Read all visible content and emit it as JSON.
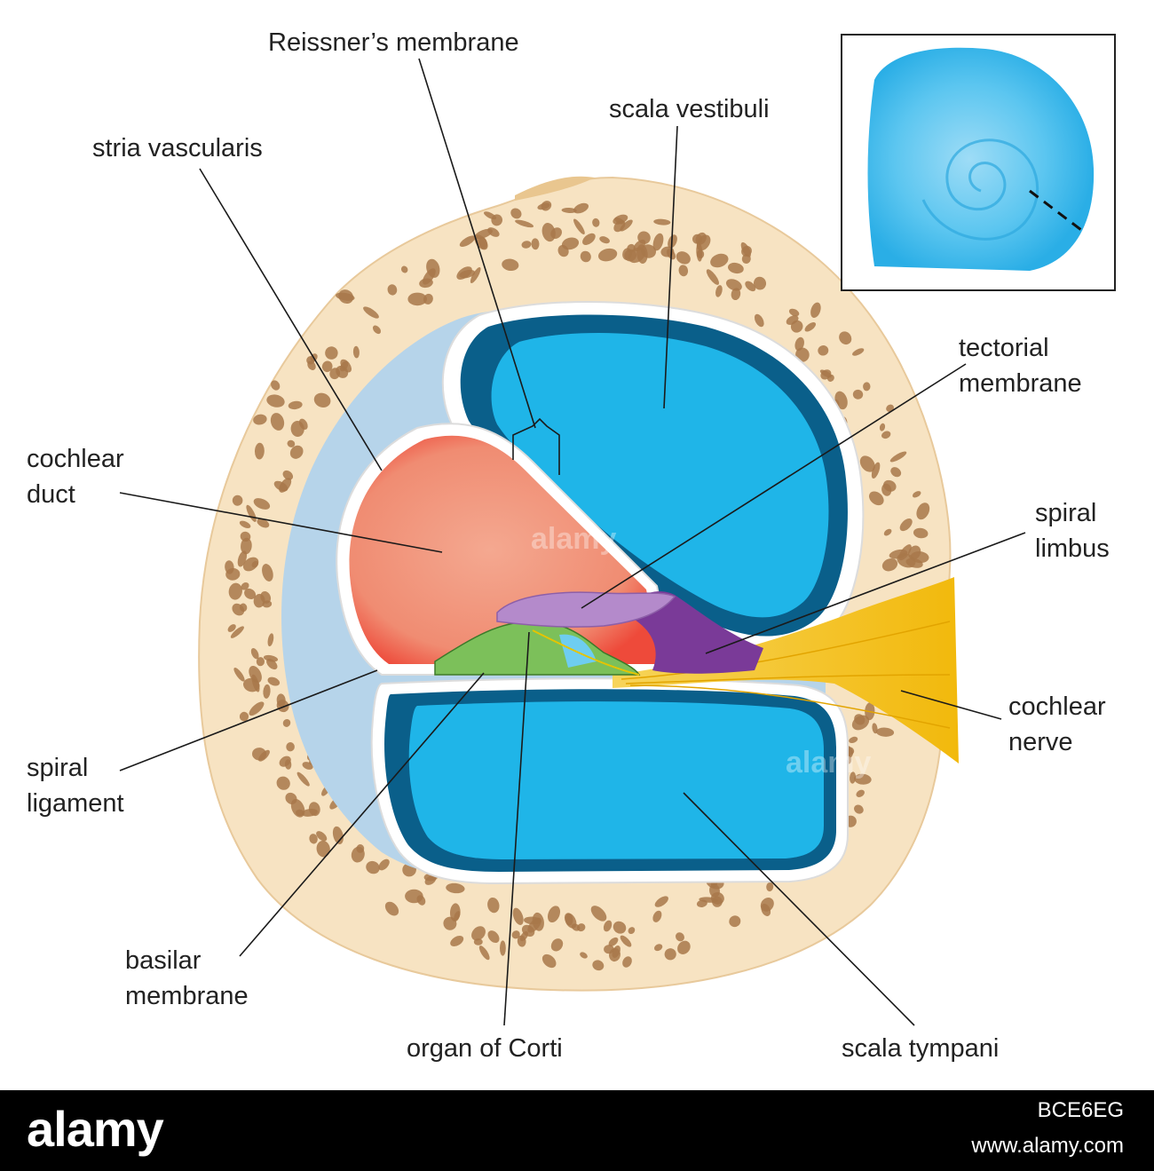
{
  "labels": {
    "reissners_membrane": "Reissner’s membrane",
    "scala_vestibuli": "scala vestibuli",
    "stria_vascularis": "stria vascularis",
    "tectorial_membrane": [
      "tectorial",
      "membrane"
    ],
    "cochlear_duct": [
      "cochlear",
      "duct"
    ],
    "spiral_limbus": [
      "spiral",
      "limbus"
    ],
    "cochlear_nerve": [
      "cochlear",
      "nerve"
    ],
    "spiral_ligament": [
      "spiral",
      "ligament"
    ],
    "basilar_membrane": [
      "basilar",
      "membrane"
    ],
    "organ_of_corti": "organ of Corti",
    "scala_tympani": "scala tympani"
  },
  "watermark": {
    "brand": "alamy",
    "image_code": "BCE6EG",
    "site": "www.alamy.com"
  },
  "colors": {
    "bone": "#f7e3c2",
    "bone_pore": "#a8784a",
    "scala_blue": "#1fb5e8",
    "scala_dark": "#0a5f8a",
    "duct_salmon": "#f08c72",
    "ligament_blue": "#b6d4ea",
    "tectorial_purple": "#b48acb",
    "limbus_purple": "#7a3a98",
    "corti_green": "#7cc05a",
    "nerve_yellow": "#f5c21c",
    "inset_blue": "#4ec0ee"
  }
}
